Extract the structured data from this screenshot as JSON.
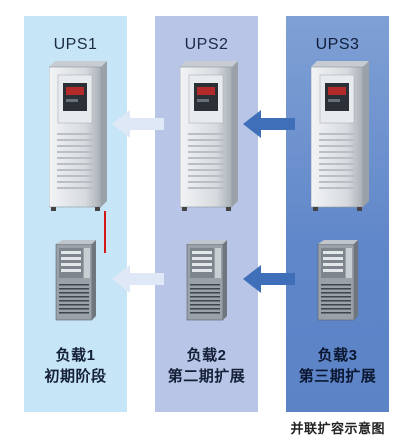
{
  "columns": [
    {
      "ups_label": "UPS1",
      "load_name": "负载1",
      "phase": "初期阶段"
    },
    {
      "ups_label": "UPS2",
      "load_name": "负载2",
      "phase": "第二期扩展"
    },
    {
      "ups_label": "UPS3",
      "load_name": "负载3",
      "phase": "第三期扩展"
    }
  ],
  "caption": "并联扩容示意图",
  "colors": {
    "col1_bg": "#c6e6f7",
    "col2_bg": "#b8c5e6",
    "col3_bg": "#6a8fcc",
    "arrow_light": "#dfe8f6",
    "arrow_dark": "#3f6fb8",
    "connector": "#d41818"
  },
  "icons": [
    "ups-cabinet-icon",
    "server-rack-icon",
    "left-arrow-icon"
  ]
}
